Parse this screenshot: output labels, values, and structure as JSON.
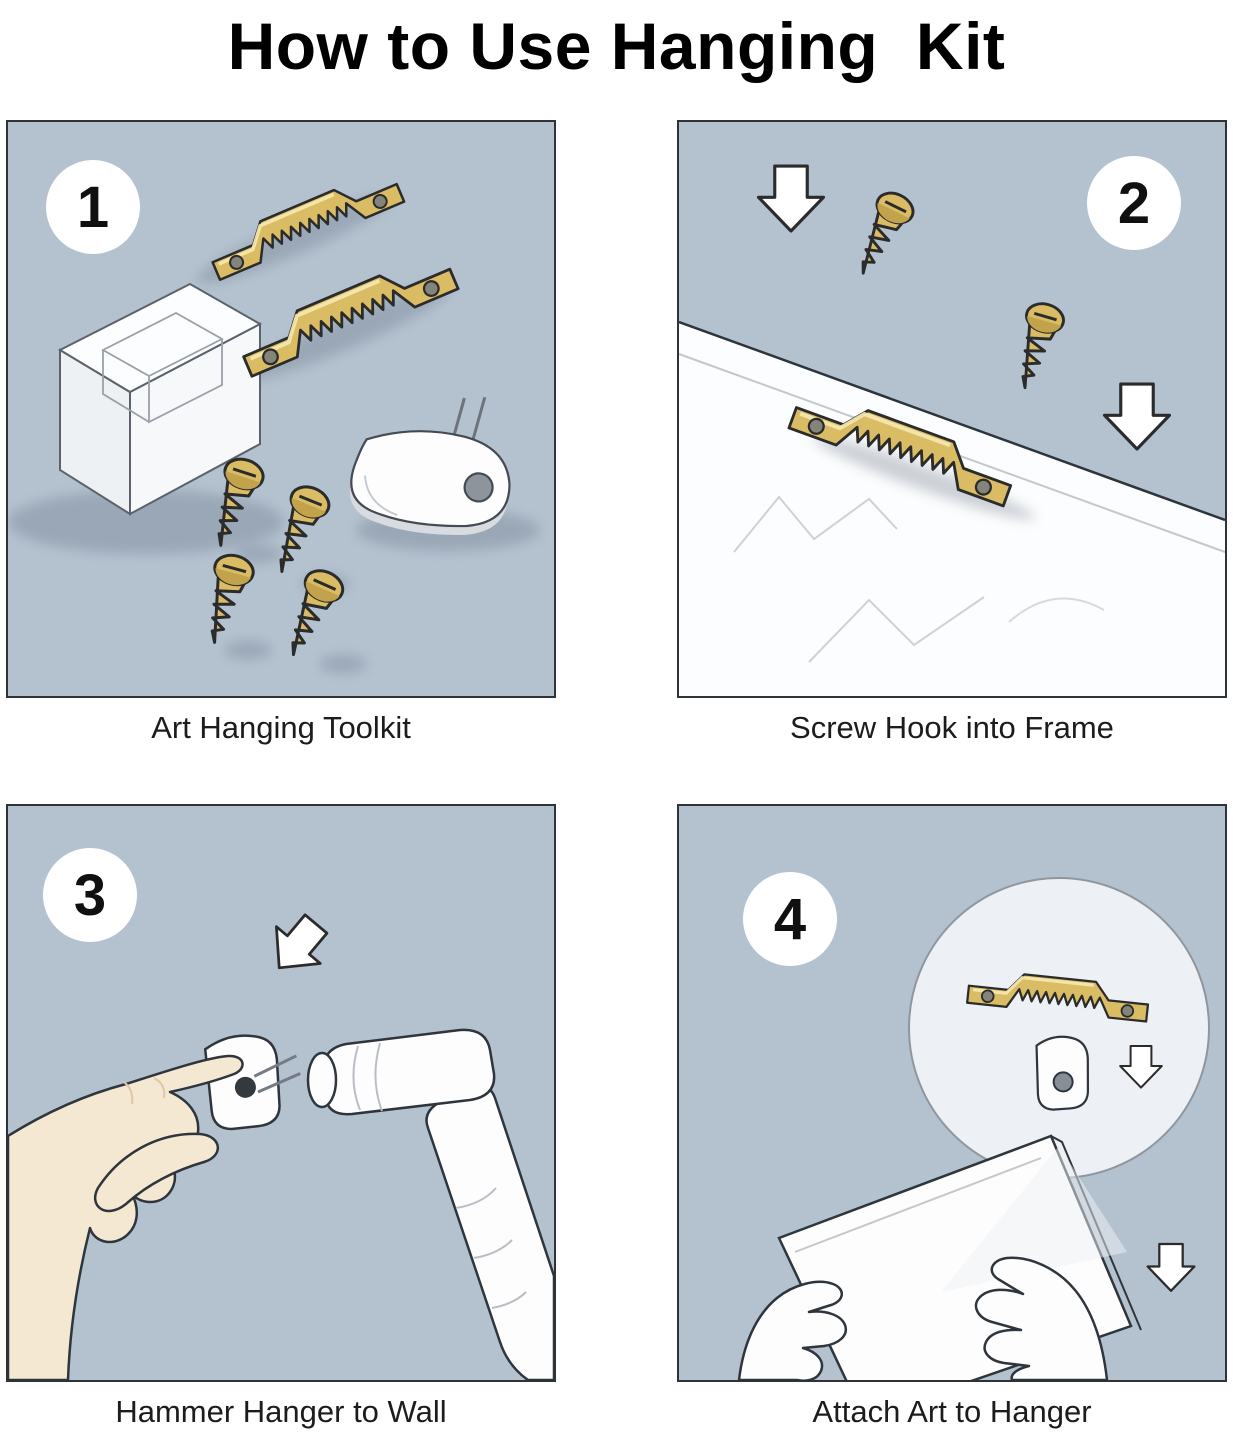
{
  "title": "How to Use Hanging  Kit",
  "panels": [
    {
      "number": "1",
      "caption": "Art Hanging Toolkit"
    },
    {
      "number": "2",
      "caption": "Screw Hook into Frame"
    },
    {
      "number": "3",
      "caption": "Hammer Hanger to Wall"
    },
    {
      "number": "4",
      "caption": "Attach Art to Hanger"
    }
  ],
  "icons": {
    "step_1": [
      "storage-box-icon",
      "sawtooth-hanger-icon",
      "screw-icon",
      "wall-hook-icon"
    ],
    "step_2": [
      "frame-board-icon",
      "sawtooth-hanger-icon",
      "screw-icon",
      "arrow-down-icon"
    ],
    "step_3": [
      "arrow-down-icon",
      "wall-hanger-icon",
      "hand-icon",
      "hammer-icon"
    ],
    "step_4": [
      "magnifier-circle-icon",
      "sawtooth-hanger-icon",
      "wall-hook-icon",
      "arrow-down-icon",
      "picture-frame-icon",
      "hand-icon"
    ]
  },
  "colors": {
    "panel_background": "#b4c2d0",
    "brass": "#d9bc64",
    "brass_shade": "#c2a34c",
    "outline": "#2b2b2b",
    "skin": "#f5e8d3",
    "paper_white": "#fdfdfe",
    "shadow": "#5d6b7c",
    "caption_text": "#1c1c1c"
  }
}
